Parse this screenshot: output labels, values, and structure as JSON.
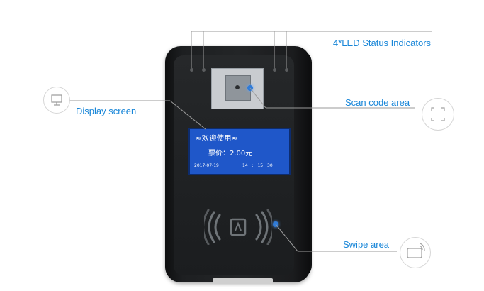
{
  "callouts": {
    "led": "4*LED Status Indicators",
    "scan": "Scan code area",
    "display": "Display screen",
    "swipe": "Swipe area"
  },
  "screen": {
    "welcome": "≈欢迎使用≈",
    "fare": "票价：2.00元",
    "date": "2017-07-19",
    "time": "14 : 15 30"
  },
  "colors": {
    "accent": "#1886d8",
    "screen": "#1f57c9",
    "device": "#1f2123"
  },
  "icons": [
    "monitor-icon",
    "scan-frame-icon",
    "card-swipe-icon",
    "nfc-card-icon"
  ]
}
